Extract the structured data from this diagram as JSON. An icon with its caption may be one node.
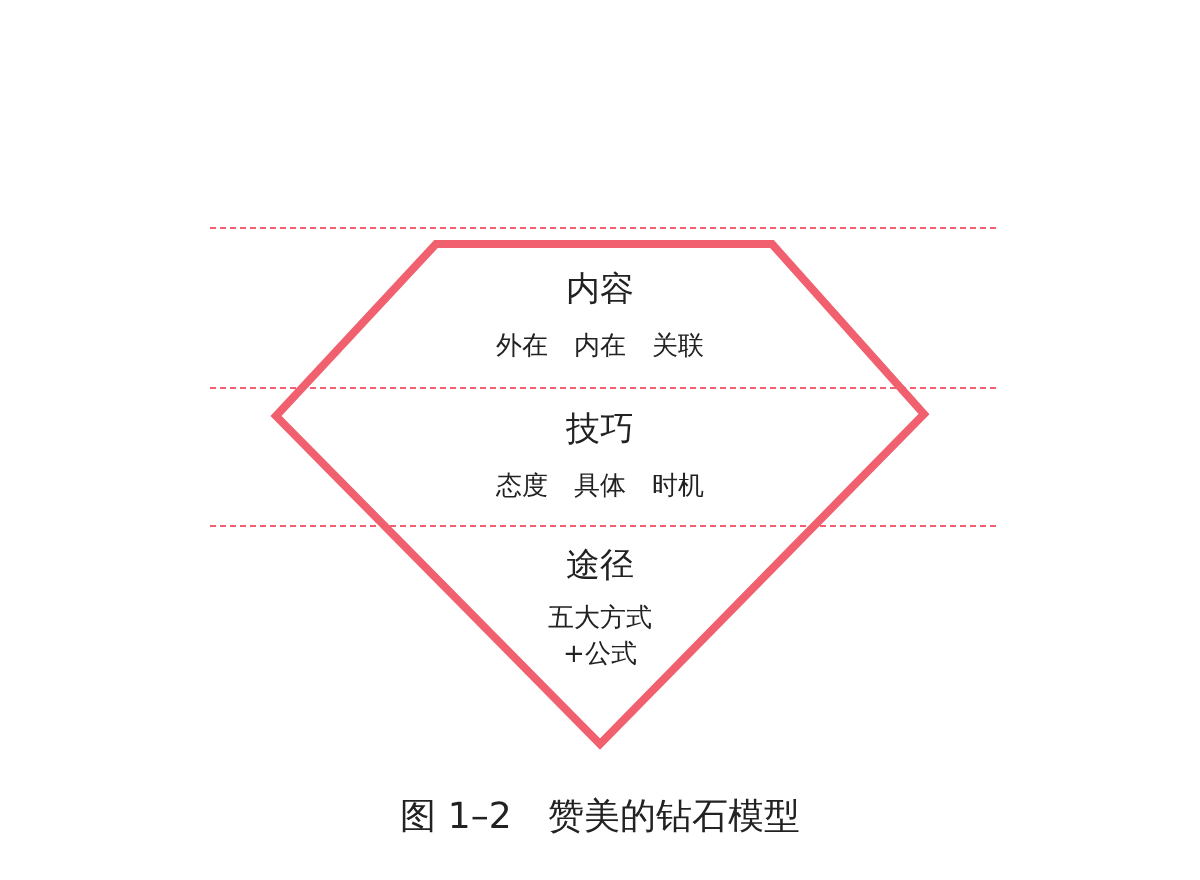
{
  "diagram": {
    "caption": "图 1–2　赞美的钻石模型",
    "nodes": [
      {
        "text": [],
        "shape": "pentagon"
      },
      {
        "text": [
          "内容",
          "外在　内在　关联"
        ],
        "in": 0
      },
      {
        "text": [
          "技巧",
          "态度　具体　时机"
        ],
        "in": 0
      },
      {
        "text": [
          "途径",
          "五大方式 +公式"
        ],
        "in": 0
      }
    ]
  }
}
